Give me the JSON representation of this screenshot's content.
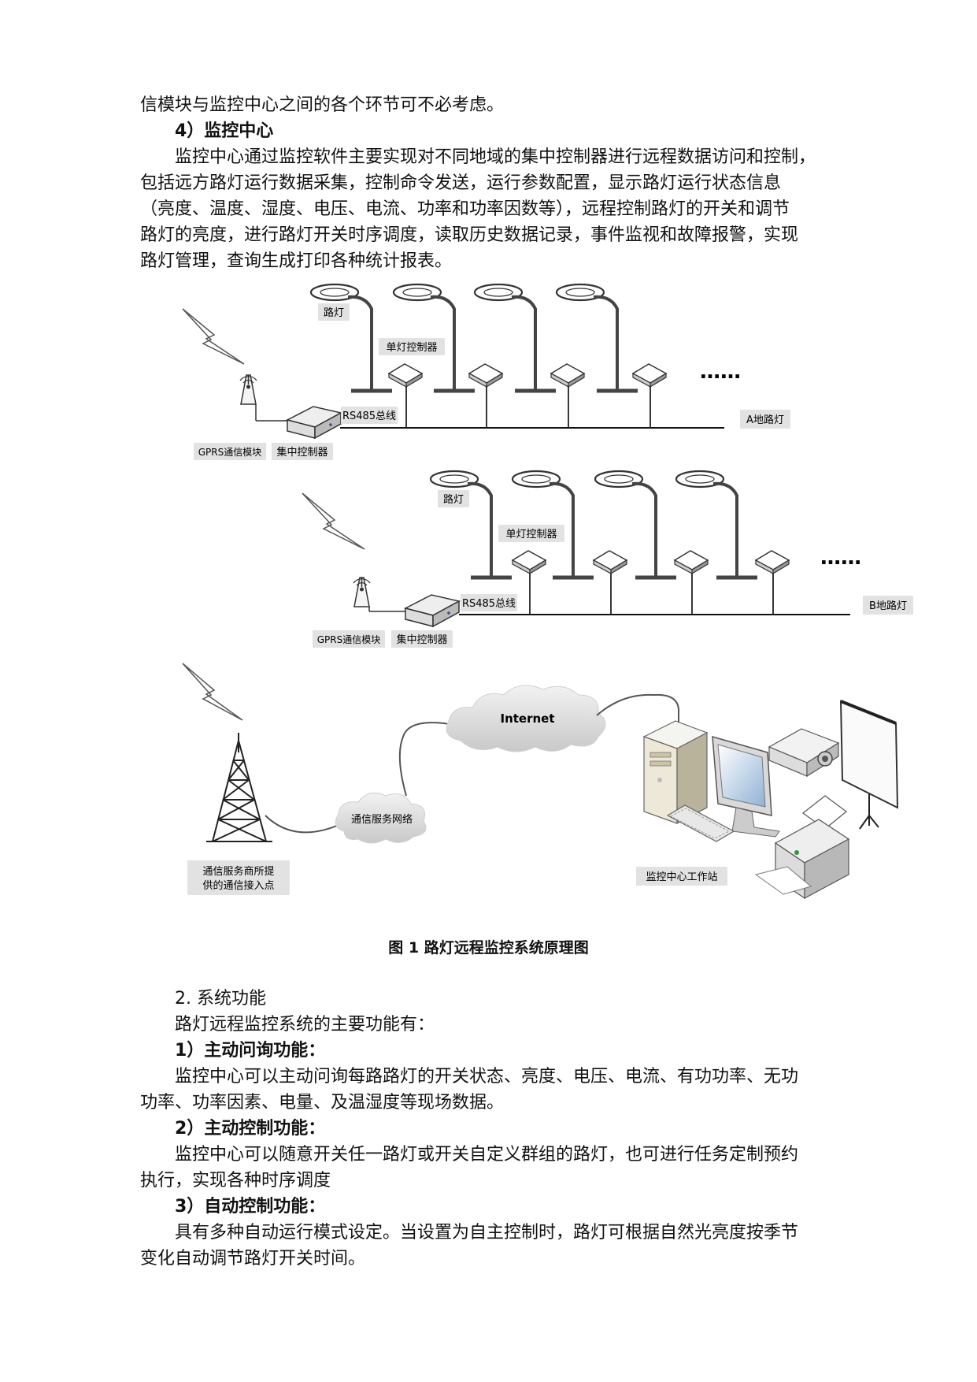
{
  "text": {
    "line_top": "信模块与监控中心之间的各个环节可不必考虑。",
    "h_monitor": "4）监控中心",
    "para1": [
      "监控中心通过监控软件主要实现对不同地域的集中控制器进行远程数据访问和控制，",
      "包括远方路灯运行数据采集，控制命令发送，运行参数配置，显示路灯运行状态信息",
      "（亮度、温度、湿度、电压、电流、功率和功率因数等），远程控制路灯的开关和调节",
      "路灯的亮度，进行路灯开关时序调度，读取历史数据记录，事件监视和故障报警，实现",
      "路灯管理，查询生成打印各种统计报表。"
    ],
    "caption": "图 1  路灯远程监控系统原理图",
    "h_functions": "2. 系统功能",
    "functions_intro": "路灯远程监控系统的主要功能有：",
    "f1_title": "1）主动问询功能：",
    "f1_lines": [
      "监控中心可以主动问询每路路灯的开关状态、亮度、电压、电流、有功功率、无功",
      "功率、功率因素、电量、及温湿度等现场数据。"
    ],
    "f2_title": "2）主动控制功能：",
    "f2_lines": [
      "监控中心可以随意开关任一路灯或开关自定义群组的路灯，也可进行任务定制预约",
      "执行，实现各种时序调度"
    ],
    "f3_title": "3）自动控制功能：",
    "f3_lines": [
      "具有多种自动运行模式设定。当设置为自主控制时，路灯可根据自然光亮度按季节",
      "变化自动调节路灯开关时间。"
    ]
  },
  "diagram": {
    "a_section": {
      "lamp_label": "路灯",
      "controller_label": "单灯控制器",
      "bus_label": "RS485总线",
      "region_label": "A地路灯",
      "gprs_label": "GPRS通信模块",
      "central_label": "集中控制器",
      "more": "……"
    },
    "b_section": {
      "lamp_label": "路灯",
      "controller_label": "单灯控制器",
      "bus_label": "RS485总线",
      "region_label": "B地路灯",
      "gprs_label": "GPRS通信模块",
      "central_label": "集中控制器",
      "more": "……"
    },
    "network": {
      "internet_label": "Internet",
      "service_network_label": "通信服务网络",
      "access_point_line1": "通信服务商所提",
      "access_point_line2": "供的通信接入点",
      "workstation_label": "监控中心工作站"
    }
  }
}
